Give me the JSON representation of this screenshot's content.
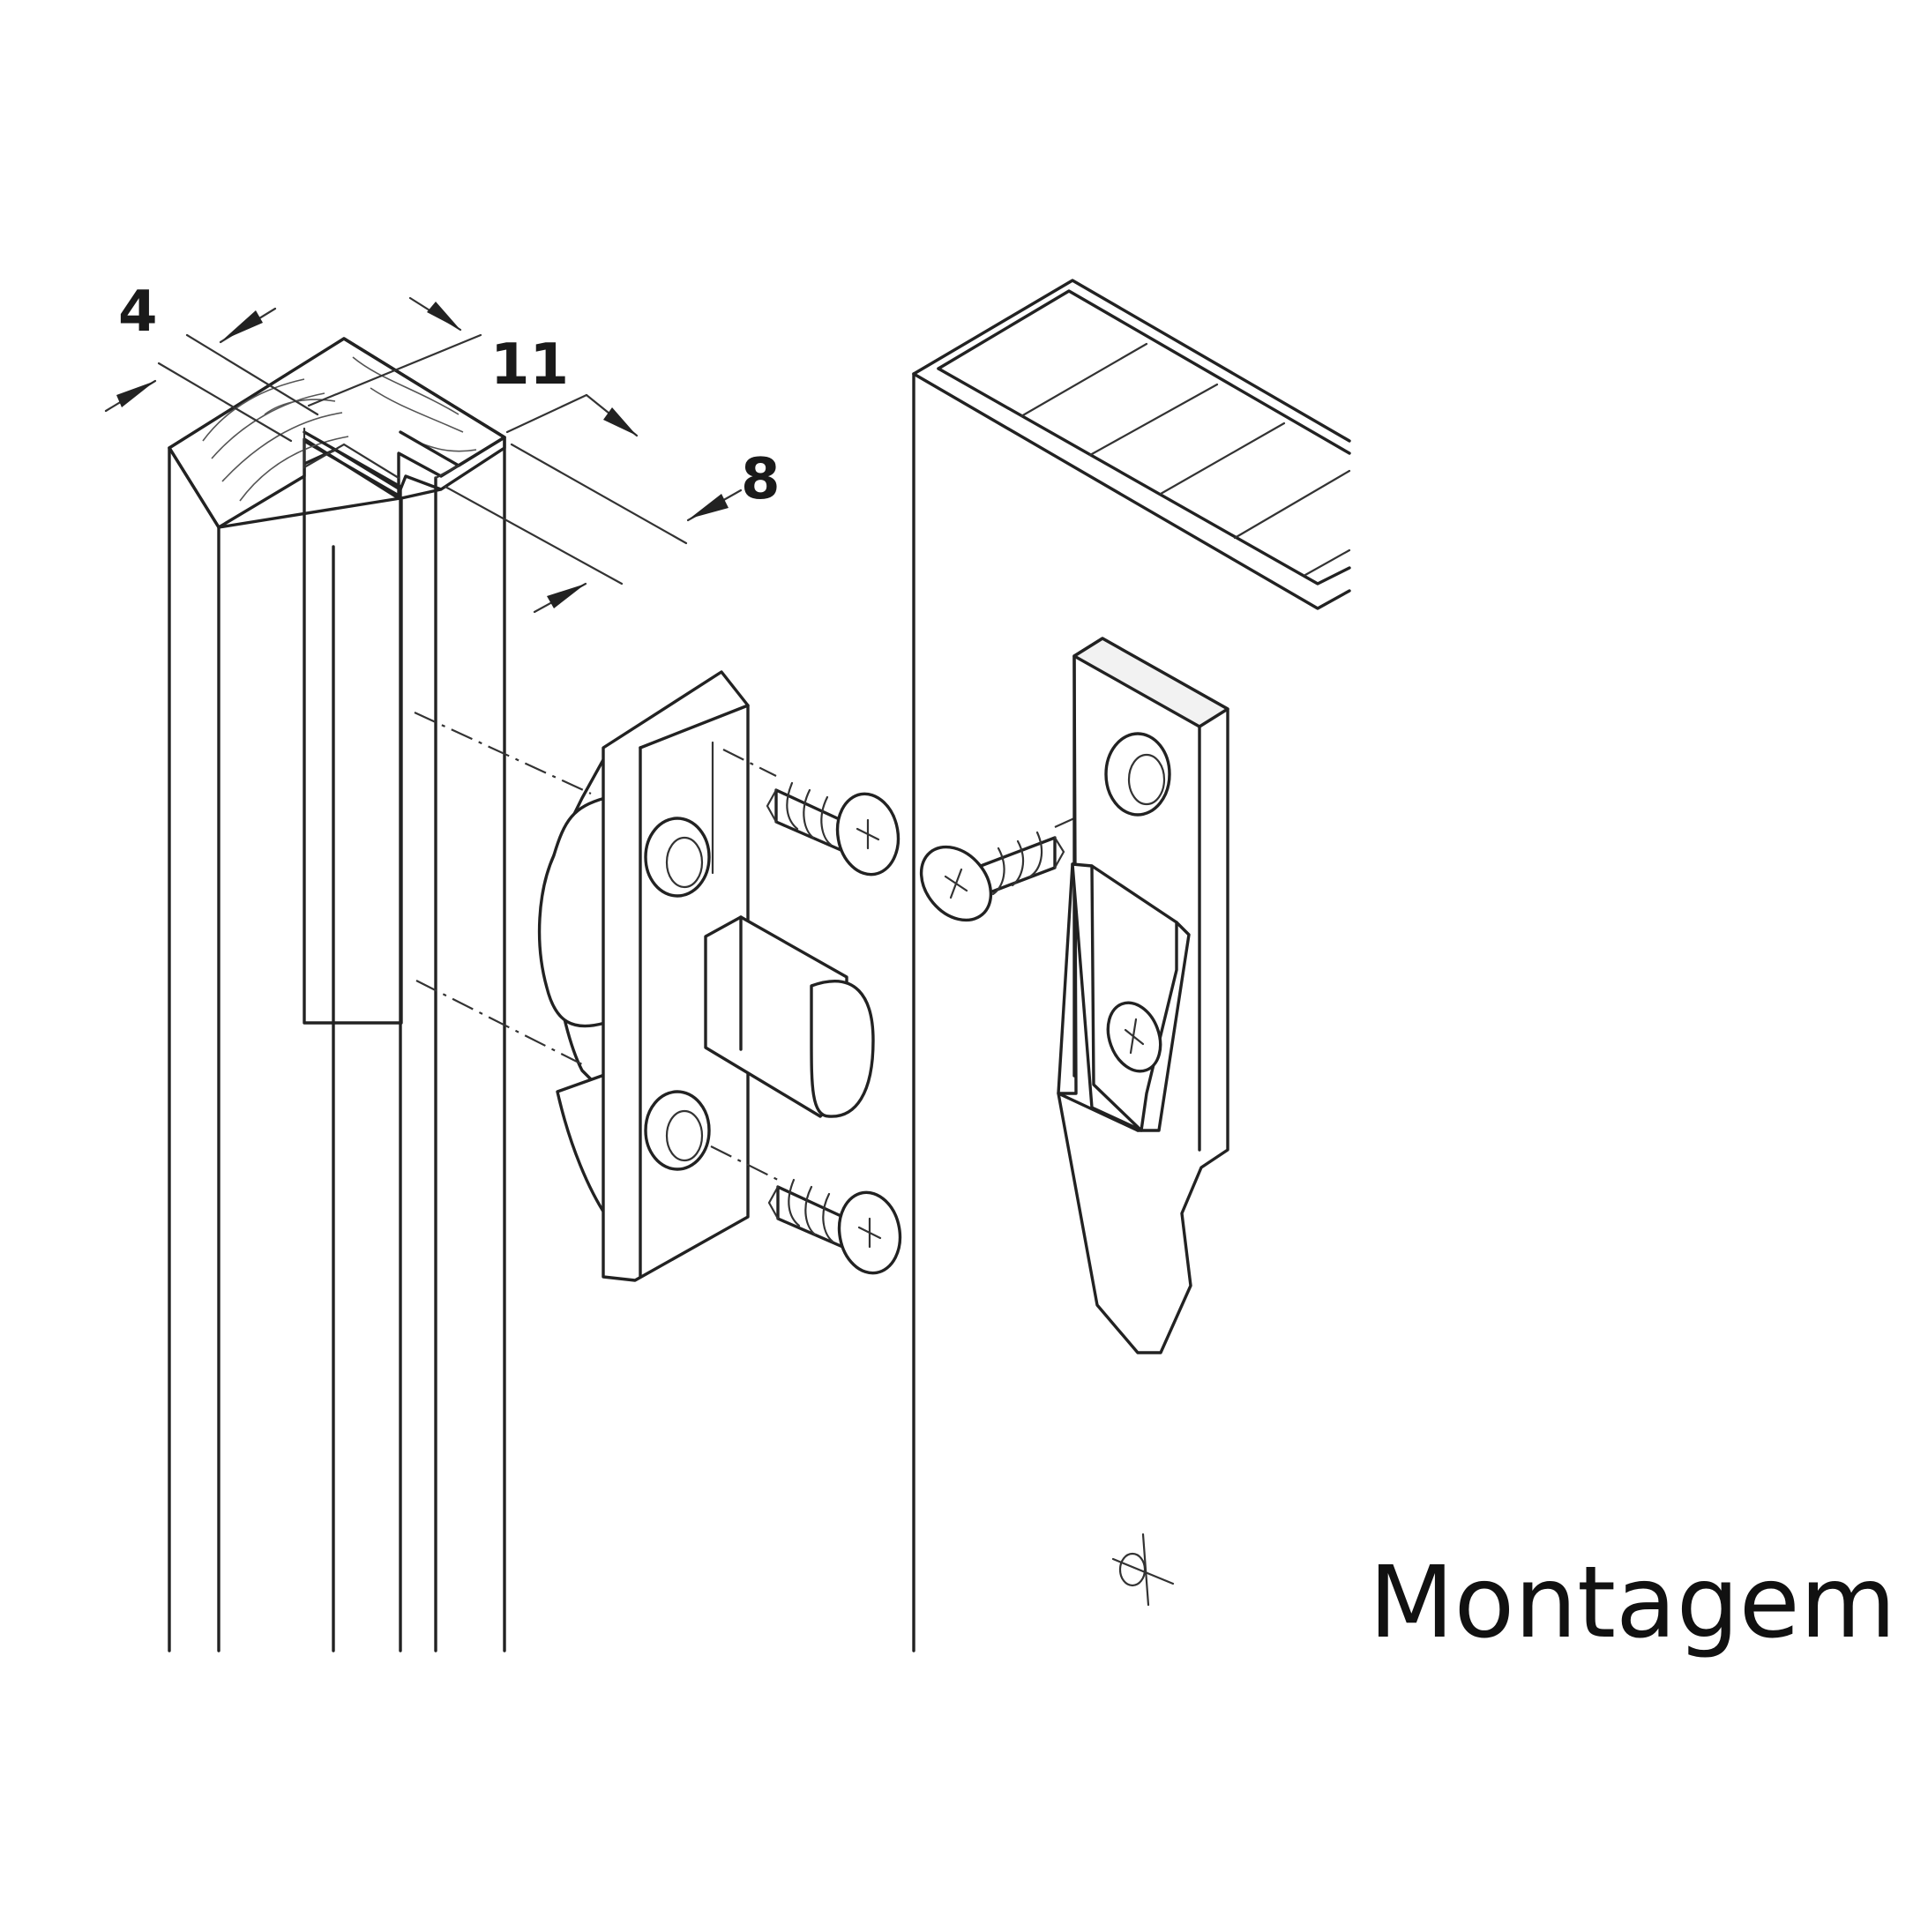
{
  "dimensions": {
    "groove_width": "4",
    "groove_depth": "11",
    "groove_offset": "8"
  },
  "caption": "Montagem",
  "parts": {
    "frame_profile": "wooden-frame-profile",
    "latch": "spring-latch",
    "strike": "strike-plate",
    "panel": "door-panel",
    "screws": [
      "screw-top-left",
      "screw-bottom-left",
      "screw-right",
      "screw-in-strike"
    ]
  }
}
